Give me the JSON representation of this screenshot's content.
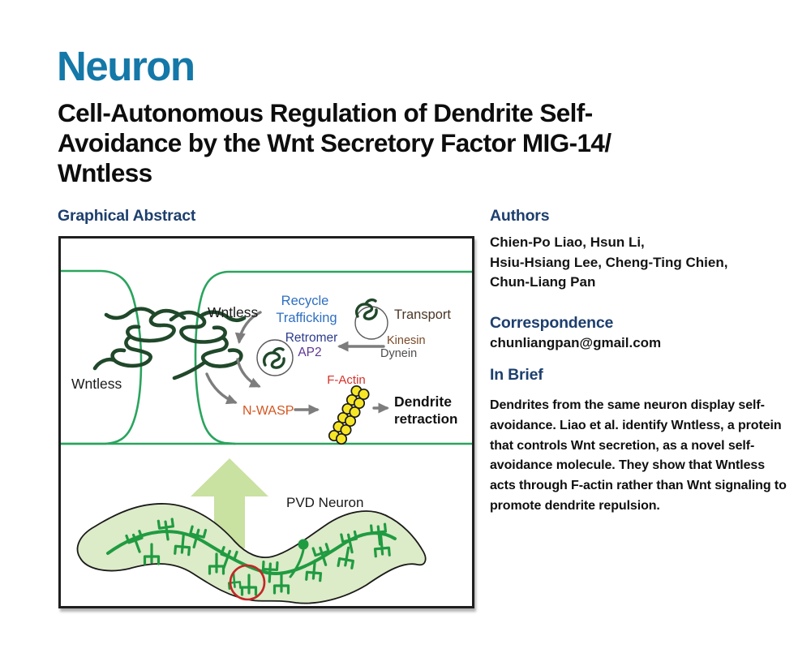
{
  "journal": {
    "name": "Neuron",
    "brand_color": "#1478a8"
  },
  "article": {
    "title_lines": [
      "Cell-Autonomous Regulation of Dendrite Self-",
      "Avoidance by the Wnt Secretory Factor MIG-14/",
      "Wntless"
    ]
  },
  "sections": {
    "graphical_abstract": {
      "heading": "Graphical Abstract"
    },
    "authors": {
      "heading": "Authors",
      "names_lines": [
        "Chien-Po Liao, Hsun Li,",
        "Hsiu-Hsiang Lee, Cheng-Ting Chien,",
        "Chun-Liang Pan"
      ]
    },
    "correspondence": {
      "heading": "Correspondence",
      "email": "chunliangpan@gmail.com"
    },
    "in_brief": {
      "heading": "In Brief",
      "text": "Dendrites from the same neuron display self-avoidance. Liao et al. identify Wntless, a protein that controls Wnt secretion, as a novel self-avoidance molecule. They show that Wntless acts through F-actin rather than Wnt signaling to promote dendrite repulsion."
    }
  },
  "figure": {
    "labels": {
      "wntless_left": "Wntless",
      "wntless_right": "Wntless",
      "recycle_line1": "Recycle",
      "recycle_line2": "Trafficking",
      "retromer": "Retromer",
      "ap2": "AP2",
      "transport": "Transport",
      "kinesin": "Kinesin",
      "dynein": "Dynein",
      "f_actin": "F-Actin",
      "n_wasp": "N-WASP",
      "dendrite_line1": "Dendrite",
      "dendrite_line2": "retraction",
      "pvd_neuron": "PVD Neuron"
    },
    "colors": {
      "heading_navy": "#1d3f6e",
      "membrane_green": "#2aa45e",
      "protein_green": "#20482a",
      "recycle_blue": "#2e6fc2",
      "retromer_navy": "#2b3a8d",
      "ap2_purple": "#5d3794",
      "transport_brown": "#4a3726",
      "kinesin_brown": "#7a4a28",
      "dynein_gray": "#4d4d4d",
      "f_actin_red": "#d63129",
      "n_wasp_orange": "#d4551f",
      "arrow_gray": "#7d7d7d",
      "bead_yellow": "#f7e626",
      "worm_fill": "#dcebc8",
      "dendrite_green": "#209b41",
      "highlight_red": "#c42626",
      "magnify_arrow_green": "#c9e1a1"
    }
  }
}
